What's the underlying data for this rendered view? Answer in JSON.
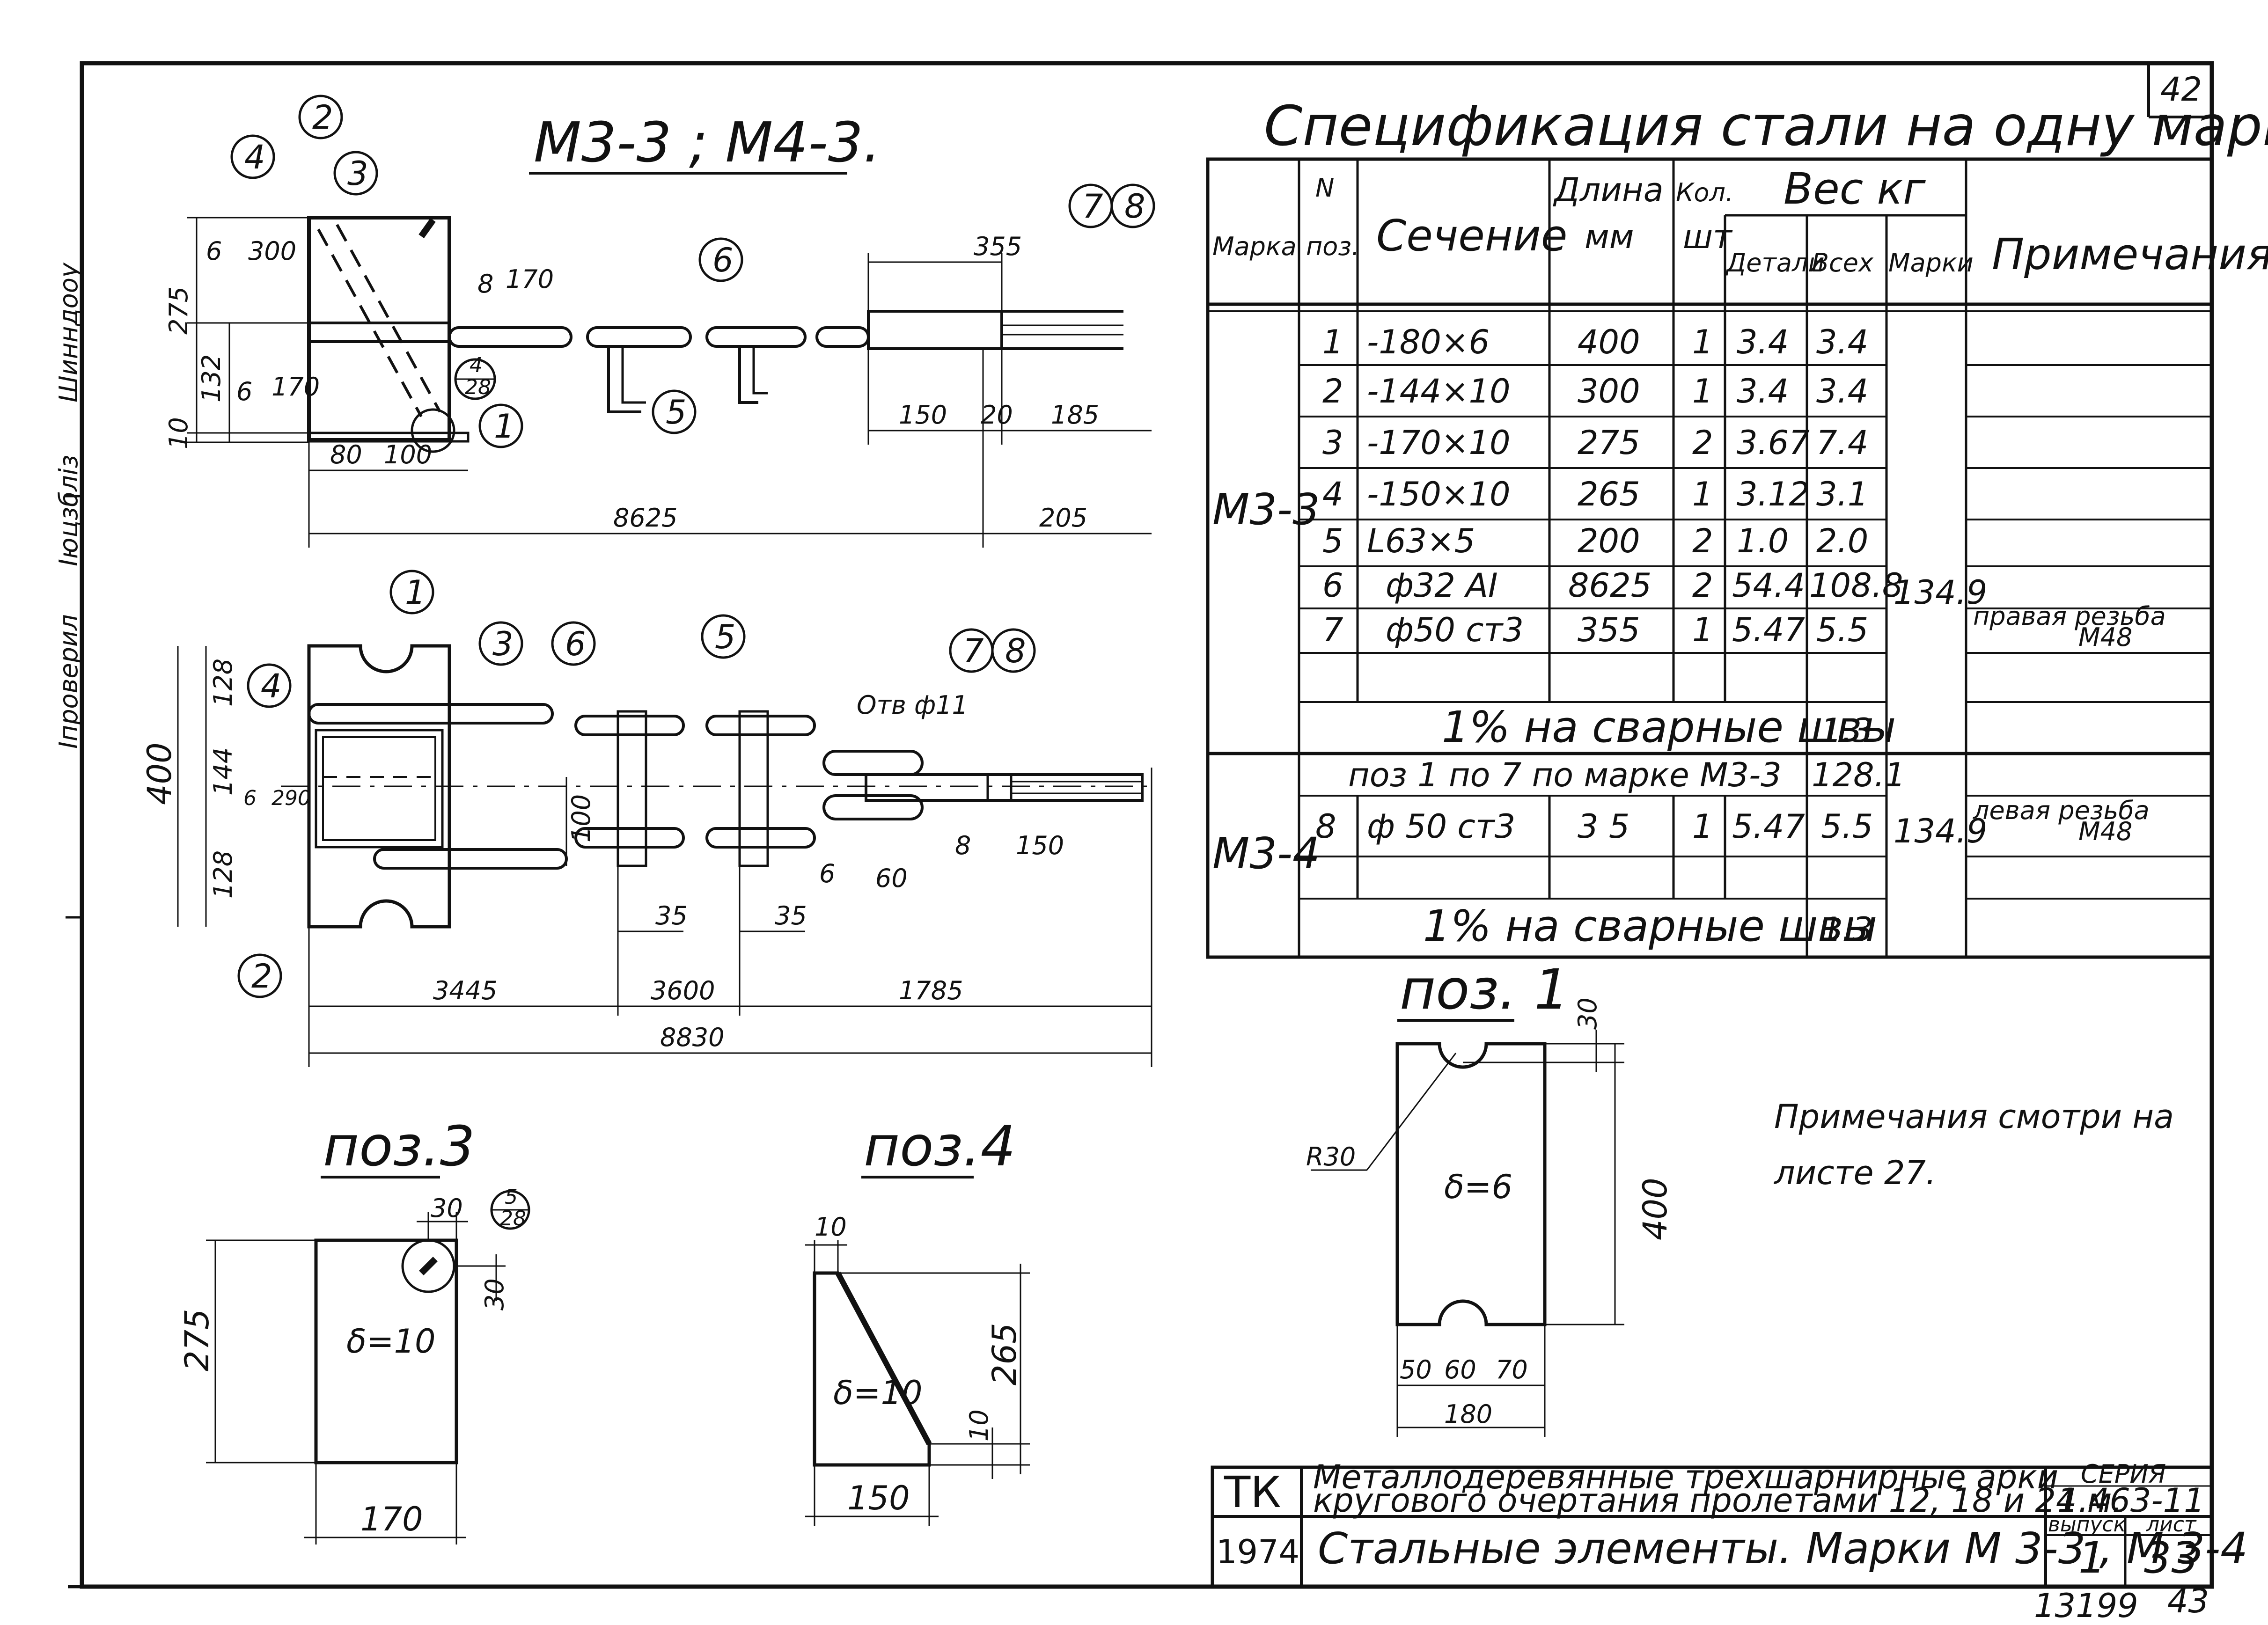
{
  "sheet": {
    "page_no": "42",
    "title": "М3-3 ; М4-3.",
    "marginal": {
      "a": "Шинндооу",
      "b": "Іюцзбліз",
      "c": "Іпроверил"
    }
  },
  "view1": {
    "callouts": [
      "1",
      "2",
      "3",
      "4",
      "5",
      "6",
      "7",
      "8"
    ],
    "weld_top": "6",
    "weld_top_len": "300",
    "weld_bottom": "6",
    "weld_bottom_len": "170",
    "weld_plate": "8",
    "weld_plate_len": "170",
    "ref_num": "4",
    "ref_den": "28",
    "dims": {
      "h275": "275",
      "h132": "132",
      "h10": "10",
      "w80": "80",
      "w100": "100",
      "len8625": "8625",
      "len355": "355",
      "w150": "150",
      "w20": "20",
      "w185": "185",
      "w205": "205"
    }
  },
  "view2": {
    "hole": "Отв ф11",
    "weld_side": "6",
    "weld_side_len": "290",
    "weld_a": "8",
    "weld_a_len": "150",
    "weld_b": "6",
    "weld_b_len": "60",
    "dims": {
      "h400": "400",
      "h128a": "128",
      "h144": "144",
      "h128b": "128",
      "h100": "100",
      "w35a": "35",
      "w35b": "35",
      "w3445": "3445",
      "w3600": "3600",
      "w1785": "1785",
      "w8830": "8830"
    }
  },
  "spec": {
    "title": "Спецификация стали на одну марку",
    "headers": {
      "marka": "Марка",
      "npos_a": "N",
      "npos_b": "поз.",
      "section": "Сечение",
      "length_a": "Длина",
      "length_b": "мм",
      "qty_a": "Кол.",
      "qty_b": "шт",
      "weight": "Вес  кг",
      "w_detail": "Детали",
      "w_total": "Всех",
      "w_mark": "Марки",
      "notes": "Примечания"
    },
    "rows_m33": [
      {
        "pos": "1",
        "section": "-180×6",
        "length": "400",
        "qty": "1",
        "w_detail": "3.4",
        "w_total": "3.4"
      },
      {
        "pos": "2",
        "section": "-144×10",
        "length": "300",
        "qty": "1",
        "w_detail": "3.4",
        "w_total": "3.4"
      },
      {
        "pos": "3",
        "section": "-170×10",
        "length": "275",
        "qty": "2",
        "w_detail": "3.67",
        "w_total": "7.4"
      },
      {
        "pos": "4",
        "section": "-150×10",
        "length": "265",
        "qty": "1",
        "w_detail": "3.12",
        "w_total": "3.1"
      },
      {
        "pos": "5",
        "section": "L63×5",
        "length": "200",
        "qty": "2",
        "w_detail": "1.0",
        "w_total": "2.0"
      },
      {
        "pos": "6",
        "section": "ф32 АI",
        "length": "8625",
        "qty": "2",
        "w_detail": "54.4",
        "w_total": "108.8"
      },
      {
        "pos": "7",
        "section": "ф50 ст3",
        "length": "355",
        "qty": "1",
        "w_detail": "5.47",
        "w_total": "5.5"
      }
    ],
    "m33_label": "М3-3",
    "m33_mark_weight": "134.9",
    "m33_note_a": "правая  резьба",
    "m33_note_b": "М48",
    "welds_label": "1%   на сварные швы",
    "welds_value_m33": "1.3",
    "m34_label": "М3-4",
    "m34_ref_text": "поз 1 по 7 по марке  М3-3",
    "m34_ref_value": "128.1",
    "m34_row": {
      "pos": "8",
      "section": "ф 50 ст3",
      "length": "3 5",
      "qty": "1",
      "w_detail": "5.47",
      "w_total": "5.5"
    },
    "m34_mark_weight": "134.9",
    "m34_note_a": "левая   резьба",
    "m34_note_b": "М48",
    "welds_value_m34": "1.3"
  },
  "pos1": {
    "title": "поз. 1",
    "radius": "R30",
    "thickness": "δ=6",
    "dims": {
      "h400": "400",
      "top30": "30",
      "w50": "50",
      "w60": "60",
      "w70": "70",
      "w180": "180"
    }
  },
  "pos3": {
    "title": "поз.3",
    "thickness": "δ=10",
    "ref_num": "5",
    "ref_den": "28",
    "dims": {
      "h275": "275",
      "w170": "170",
      "d30a": "30",
      "d30b": "30"
    }
  },
  "pos4": {
    "title": "поз.4",
    "thickness": "δ=10",
    "dims": {
      "h265": "265",
      "w150": "150",
      "w10top": "10",
      "h10": "10"
    }
  },
  "note": {
    "line1": "Примечания  смотри на",
    "line2": "листе 27."
  },
  "stamp": {
    "org": "ТК",
    "year": "1974",
    "title_a": "Металлодеревянные  трехшарнирные   арки",
    "title_b": "кругового  очертания  пролетами 12, 18 и 24 м.",
    "series_label": "СЕРИЯ",
    "series": "1.463-11",
    "subtitle": "Стальные  элементы.  Марки  М 3-3 ,  М 3-4",
    "issue_label": "выпуск",
    "issue": "1",
    "sheet_label": "лист",
    "sheet": "33"
  },
  "footer": {
    "inv": "13199",
    "page": "43"
  }
}
